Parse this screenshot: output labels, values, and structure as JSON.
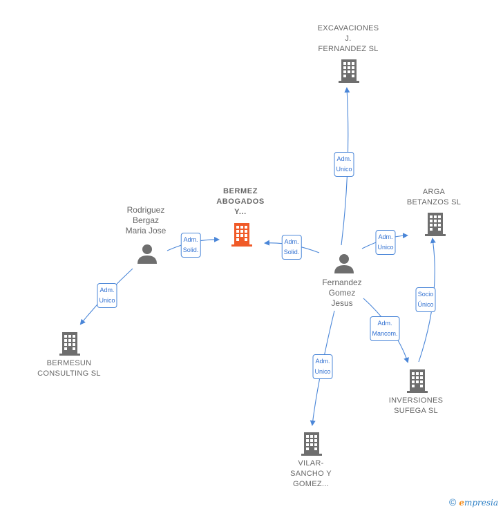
{
  "colors": {
    "edge": "#4a86d8",
    "node": "#6e6e6e",
    "main_node": "#f05a28"
  },
  "nodes": {
    "excavaciones": {
      "label": "EXCAVACIONES\nJ.\nFERNANDEZ SL",
      "icon": "building-icon"
    },
    "bermez": {
      "label": "BERMEZ\nABOGADOS\nY...",
      "icon": "building-icon"
    },
    "arga": {
      "label": "ARGA\nBETANZOS SL",
      "icon": "building-icon"
    },
    "rodriguez": {
      "label": "Rodriguez\nBergaz\nMaria Jose",
      "icon": "person-icon"
    },
    "fernandez": {
      "label": "Fernandez\nGomez\nJesus",
      "icon": "person-icon"
    },
    "bermesun": {
      "label": "BERMESUN\nCONSULTING SL",
      "icon": "building-icon"
    },
    "inversiones": {
      "label": "INVERSIONES\nSUFEGA SL",
      "icon": "building-icon"
    },
    "vilar": {
      "label": "VILAR-\nSANCHO Y\nGOMEZ...",
      "icon": "building-icon"
    }
  },
  "edges": {
    "fer_exc": "Adm.\nUnico",
    "fer_arga": "Adm.\nUnico",
    "fer_bermez": "Adm.\nSolid.",
    "rod_bermez": "Adm.\nSolid.",
    "rod_bermesun": "Adm.\nUnico",
    "fer_inv": "Adm.\nMancom.",
    "inv_arga": "Socio\nÚnico",
    "fer_vilar": "Adm.\nUnico"
  },
  "footer": {
    "copyright": "©",
    "brand_initial": "e",
    "brand_rest": "mpresia"
  }
}
